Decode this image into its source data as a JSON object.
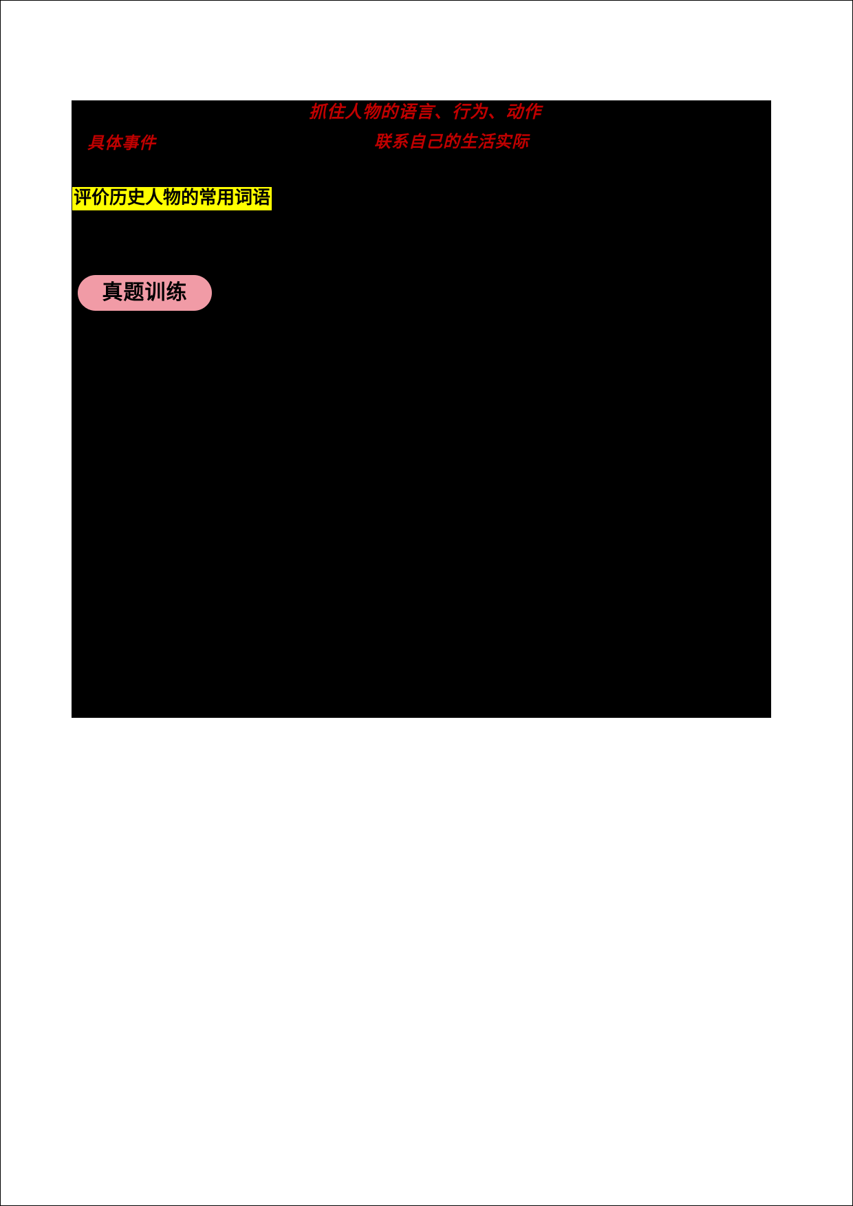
{
  "page": {
    "background_color": "#ffffff",
    "border_color": "#000000"
  },
  "slide": {
    "background_color": "#000000",
    "annotations": [
      {
        "name": "capture-character-details",
        "text": "抓住人物的语言、行为、动作",
        "color": "#c00000"
      },
      {
        "name": "relate-to-own-life",
        "text": "联系自己的生活实际",
        "color": "#c00000"
      },
      {
        "name": "specific-events",
        "text": "具体事件",
        "color": "#c00000"
      }
    ],
    "highlight": {
      "text": "评价历史人物的常用词语",
      "background_color": "#ffff00",
      "text_color": "#000000"
    },
    "pill_button": {
      "label": "真题训练",
      "background_color": "#f19ba6",
      "text_color": "#000000"
    }
  }
}
